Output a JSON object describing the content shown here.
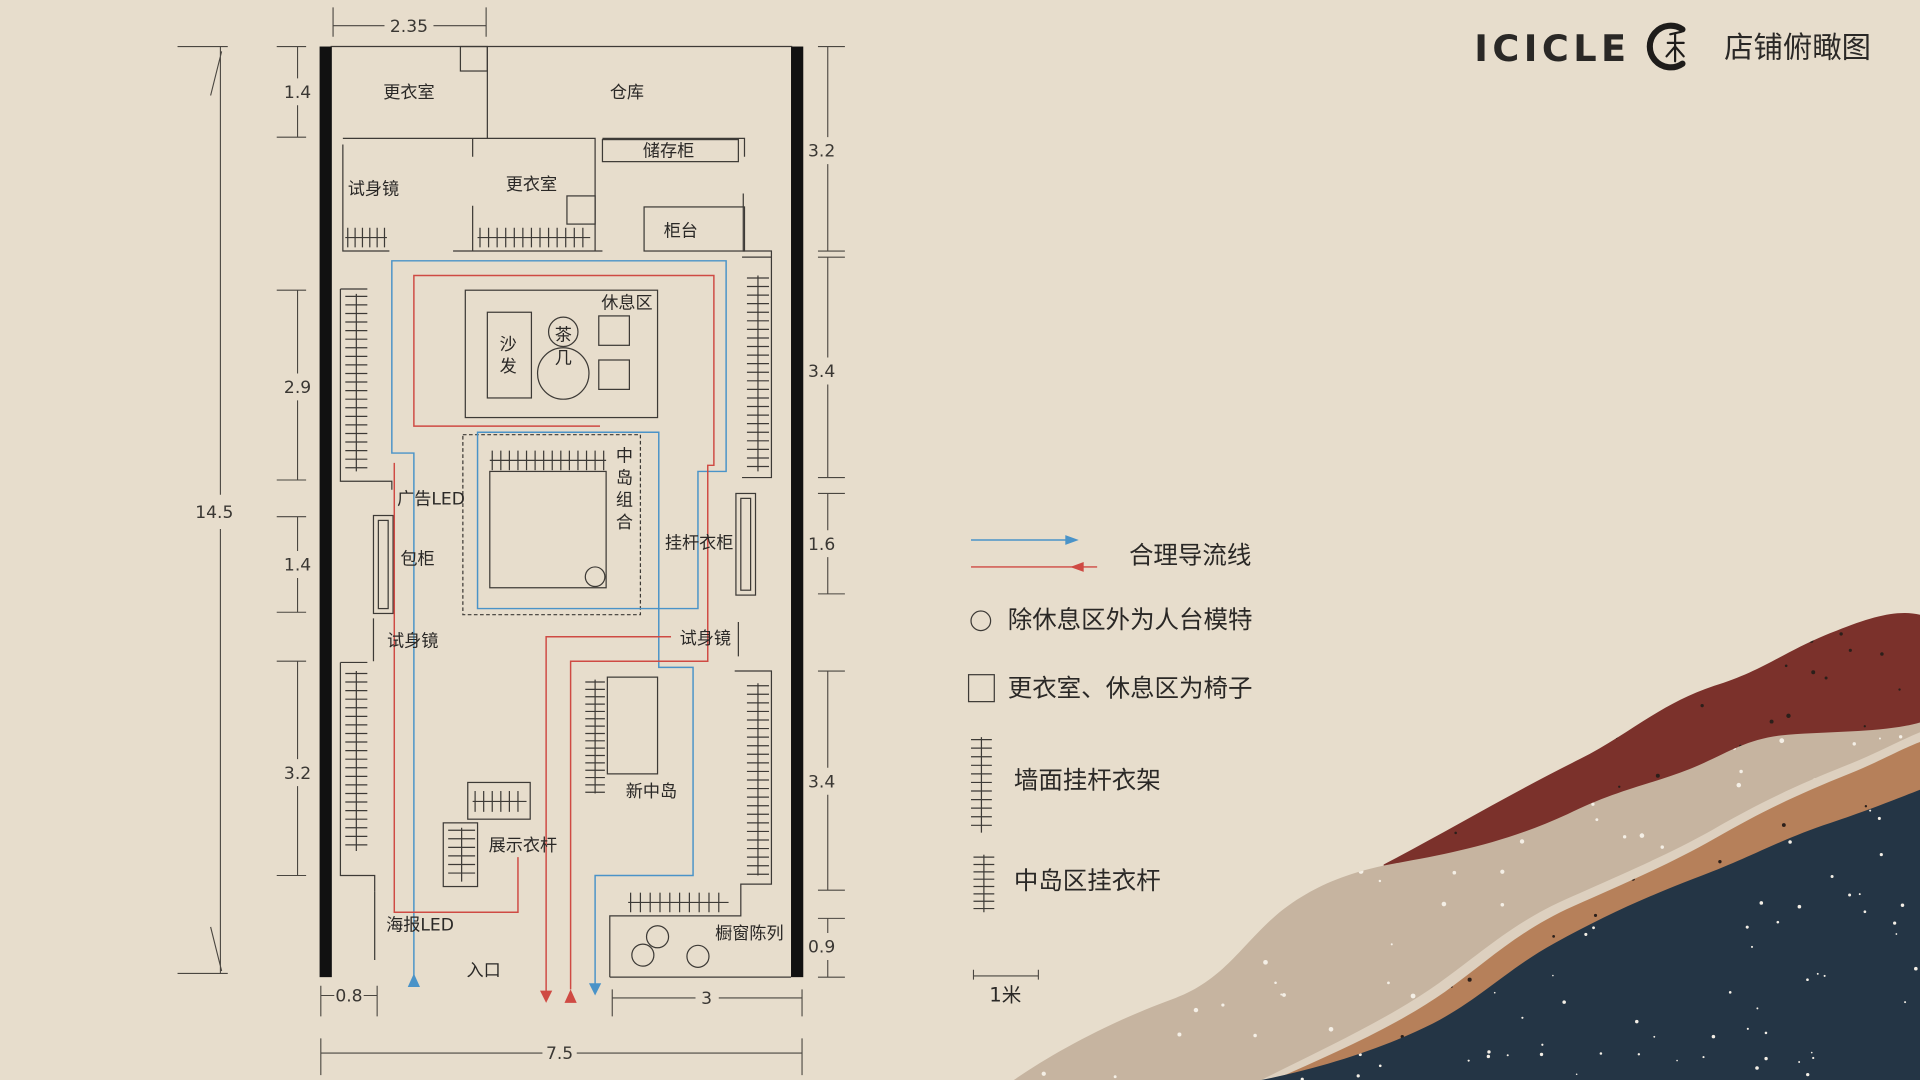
{
  "header": {
    "brand": "ICICLE",
    "title": "店铺俯瞰图"
  },
  "dimensions": {
    "top_width": "2.35",
    "total_length": "14.5",
    "left_segments": [
      "1.4",
      "2.9",
      "1.4",
      "3.2"
    ],
    "right_segments": [
      "3.2",
      "3.4",
      "1.6",
      "3.4",
      "0.9"
    ],
    "bottom_left": "0.8",
    "bottom_right": "3",
    "total_width": "7.5"
  },
  "labels": {
    "changing_room_top": "更衣室",
    "warehouse": "仓库",
    "storage_cabinet": "储存柜",
    "fitting_mirror_top": "试身镜",
    "changing_room_middle": "更衣室",
    "counter": "柜台",
    "lounge": "休息区",
    "sofa": [
      "沙",
      "发"
    ],
    "tea_table": [
      "茶",
      "几"
    ],
    "island_combo": [
      "中",
      "岛",
      "组",
      "合"
    ],
    "ad_led": "广告LED",
    "bag_cabinet": "包柜",
    "hanging_wardrobe": "挂杆衣柜",
    "fitting_mirror_left": "试身镜",
    "fitting_mirror_right": "试身镜",
    "new_island": "新中岛",
    "display_rack": "展示衣杆",
    "poster_led": "海报LED",
    "entrance": "入口",
    "window_display": "橱窗陈列"
  },
  "legend": {
    "flow_line": "合理导流线",
    "mannequin": "除休息区外为人台模特",
    "chair": "更衣室、休息区为椅子",
    "wall_rack": "墙面挂杆衣架",
    "island_rack": "中岛区挂衣杆",
    "scale": "1米"
  },
  "colors": {
    "background": "#e7ddcc",
    "wall": "#111111",
    "flow_blue": "#4a93c8",
    "flow_red": "#cf4a43",
    "mountain_red": "#7b312b",
    "mountain_tan": "#c6b4a0",
    "mountain_light": "#ddd0bf",
    "mountain_brown": "#b6805a",
    "mountain_navy": "#243545",
    "speckle_light": "#f4efe6",
    "speckle_dark": "#2b1f1a"
  },
  "icons": {
    "logo": "icicle-logo-icon",
    "flow": "flow-arrow-icon",
    "mannequin": "circle-icon",
    "chair": "square-icon",
    "wall_rack": "wall-rack-icon",
    "island_rack": "island-rack-icon"
  }
}
